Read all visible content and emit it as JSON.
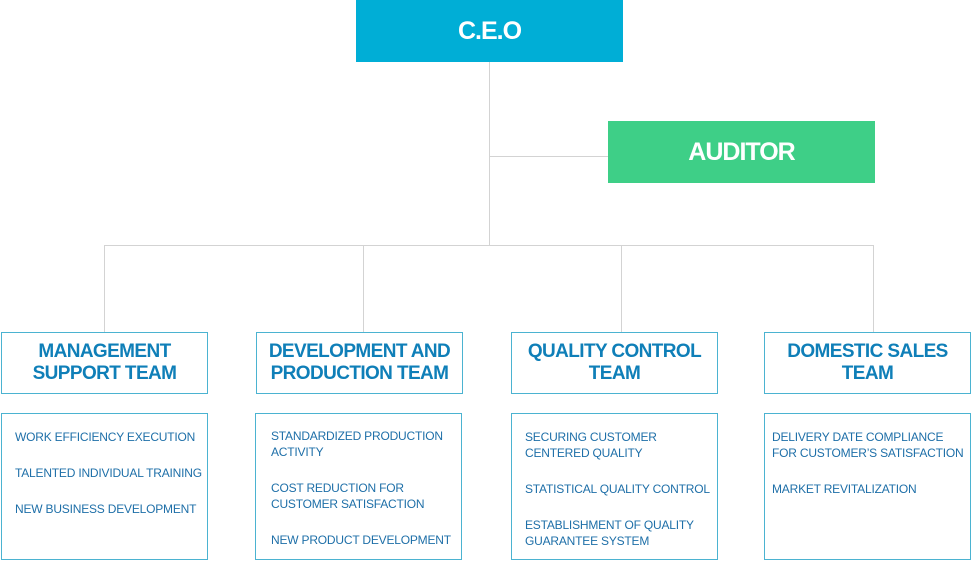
{
  "ceo": {
    "label": "C.E.O"
  },
  "auditor": {
    "label": "AUDITOR"
  },
  "teams": [
    {
      "title_line1": "MANAGEMENT",
      "title_line2": "SUPPORT TEAM",
      "items": [
        {
          "line1": "WORK EFFICIENCY EXECUTION",
          "line2": ""
        },
        {
          "line1": "TALENTED INDIVIDUAL TRAINING",
          "line2": ""
        },
        {
          "line1": "NEW BUSINESS DEVELOPMENT",
          "line2": ""
        }
      ]
    },
    {
      "title_line1": "DEVELOPMENT AND",
      "title_line2": "PRODUCTION TEAM",
      "items": [
        {
          "line1": "STANDARDIZED PRODUCTION",
          "line2": "ACTIVITY"
        },
        {
          "line1": "COST REDUCTION FOR",
          "line2": "CUSTOMER SATISFACTION"
        },
        {
          "line1": "NEW PRODUCT DEVELOPMENT",
          "line2": ""
        }
      ]
    },
    {
      "title_line1": "QUALITY CONTROL",
      "title_line2": "TEAM",
      "items": [
        {
          "line1": "SECURING CUSTOMER",
          "line2": "CENTERED QUALITY"
        },
        {
          "line1": "STATISTICAL QUALITY CONTROL",
          "line2": ""
        },
        {
          "line1": "ESTABLISHMENT OF QUALITY",
          "line2": "GUARANTEE SYSTEM"
        }
      ]
    },
    {
      "title_line1": "DOMESTIC SALES",
      "title_line2": "TEAM",
      "items": [
        {
          "line1": "DELIVERY DATE COMPLIANCE",
          "line2": "FOR CUSTOMER’S SATISFACTION"
        },
        {
          "line1": "MARKET REVITALIZATION",
          "line2": ""
        }
      ]
    }
  ]
}
